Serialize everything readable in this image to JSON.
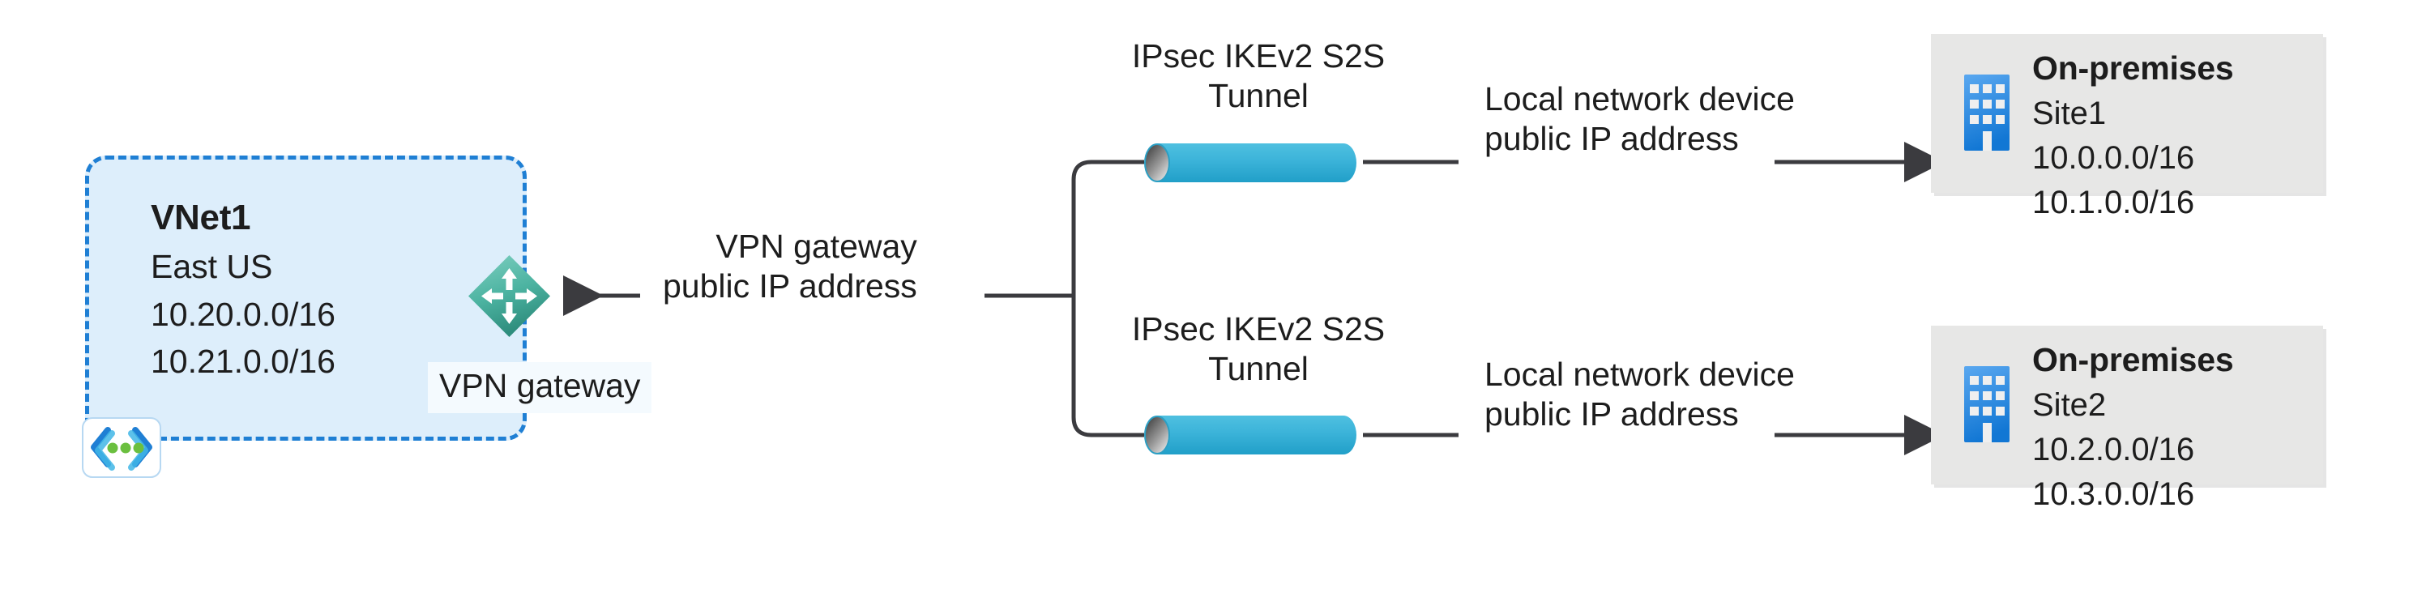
{
  "diagram": {
    "title": "Azure VPN Gateway multi-site site-to-site connection diagram",
    "colors": {
      "vnet_fill": "#ddeefb",
      "vnet_border": "#1f7fd4",
      "gateway_teal": "#4bb3a0",
      "tunnel_blue": "#3bb3d9",
      "onprem_fill": "#e7e7e6",
      "building_blue": "#2a8ae4",
      "line_dark": "#3b3b3f",
      "text_dark": "#1d1d1d",
      "badge_green": "#6bbf3f"
    }
  },
  "vnet": {
    "icon_name": "virtual-network-icon",
    "name": "VNet1",
    "region": "East US",
    "address_spaces": [
      "10.20.0.0/16",
      "10.21.0.0/16"
    ],
    "gateway_caption": "VPN gateway",
    "gateway_icon_name": "vpn-gateway-icon"
  },
  "connections": {
    "gateway_public_ip_label": [
      "VPN gateway",
      "public IP address"
    ],
    "local_device_public_ip_label": [
      "Local network device",
      "public IP address"
    ]
  },
  "tunnels": [
    {
      "caption_line1": "IPsec IKEv2 S2S",
      "caption_line2": "Tunnel",
      "icon_name": "ipsec-tunnel-cylinder"
    },
    {
      "caption_line1": "IPsec IKEv2 S2S",
      "caption_line2": "Tunnel",
      "icon_name": "ipsec-tunnel-cylinder"
    }
  ],
  "on_premises": [
    {
      "title": "On-premises",
      "site": "Site1",
      "address_spaces": [
        "10.0.0.0/16",
        "10.1.0.0/16"
      ],
      "icon_name": "office-building-icon"
    },
    {
      "title": "On-premises",
      "site": "Site2",
      "address_spaces": [
        "10.2.0.0/16",
        "10.3.0.0/16"
      ],
      "icon_name": "office-building-icon"
    }
  ]
}
